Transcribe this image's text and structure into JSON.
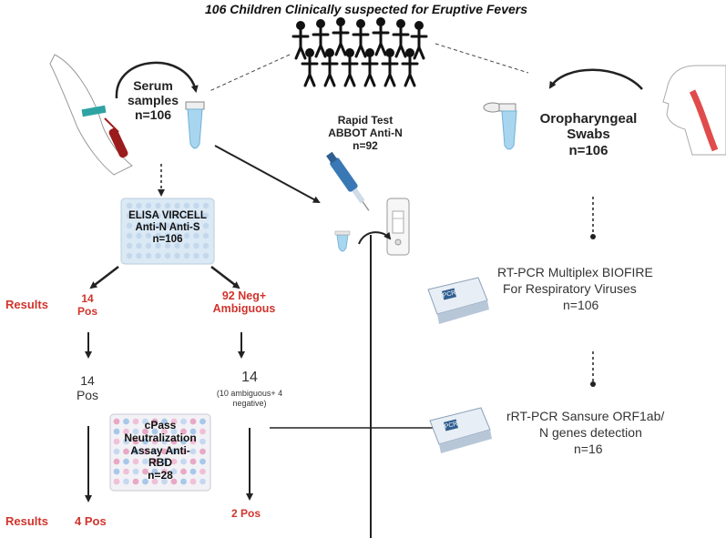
{
  "title": "106 Children Clinically suspected for Eruptive Fevers",
  "serum": {
    "line1": "Serum",
    "line2": "samples",
    "line3": "n=106"
  },
  "rapid": {
    "line1": "Rapid Test",
    "line2": "ABBOT  Anti-N",
    "line3": "n=92"
  },
  "swabs": {
    "line1": "Oropharyngeal",
    "line2": "Swabs",
    "line3": "n=106"
  },
  "elisa": {
    "line1": "ELISA VIRCELL",
    "line2": "Anti-N Anti-S",
    "line3": "n=106"
  },
  "results_label_1": "Results",
  "results_label_2": "Results",
  "pos14_red": {
    "line1": "14",
    "line2": "Pos"
  },
  "neg92": {
    "line1": "92 Neg+",
    "line2": "Ambiguous"
  },
  "pos14_grey": {
    "line1": "14",
    "line2": "Pos"
  },
  "n14": {
    "value": "14",
    "note1": "(10 ambiguous+ 4",
    "note2": "negative)"
  },
  "cpass": {
    "line1": "cPass",
    "line2": "Neutralization",
    "line3": "Assay Anti-",
    "line4": "RBD",
    "line5": "n=28"
  },
  "pos4": "4 Pos",
  "pos2": "2 Pos",
  "biofire": {
    "line1": "RT-PCR Multiplex BIOFIRE",
    "line2": "For Respiratory Viruses",
    "line3": "n=106"
  },
  "sansure": {
    "line1": "rRT-PCR  Sansure ORF1ab/",
    "line2": "N genes detection",
    "line3": "n=16"
  },
  "pcr_machine_label": "PCR",
  "colors": {
    "red": "#d0342c",
    "plate": "#dbe9f5",
    "tube": "#a9d6ef",
    "pipette": "#3a78b5"
  }
}
